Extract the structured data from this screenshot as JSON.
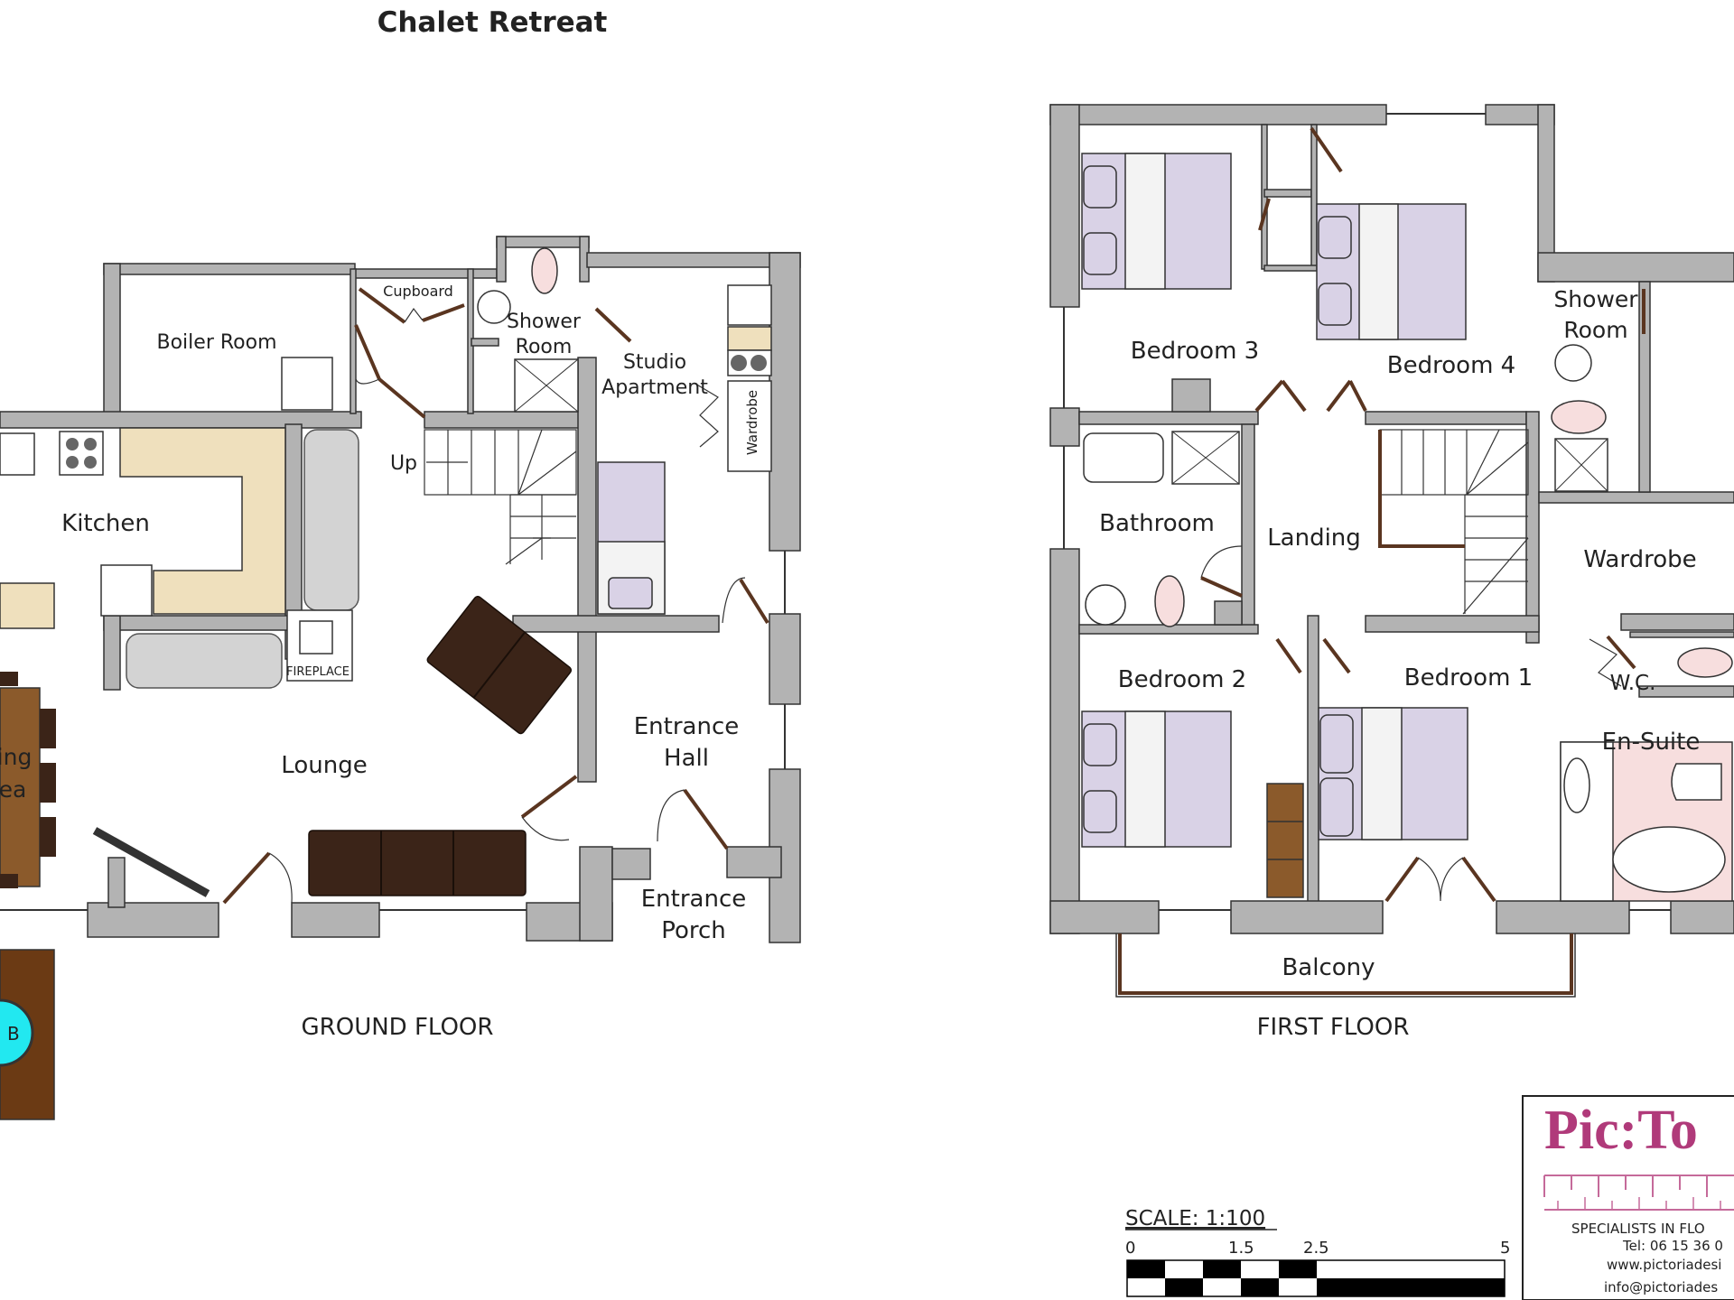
{
  "title": "Chalet Retreat",
  "floors": {
    "ground": "GROUND FLOOR",
    "first": "FIRST FLOOR"
  },
  "rooms": {
    "boiler_room": "Boiler Room",
    "cupboard": "Cupboard",
    "shower_room_line1": "Shower",
    "shower_room_line2": "Room",
    "studio_line1": "Studio",
    "studio_line2": "Apartment",
    "wardrobe_vertical": "Wardrobe",
    "up": "Up",
    "kitchen": "Kitchen",
    "fireplace": "FIREPLACE",
    "dining_line1": "ing",
    "dining_line2": "ea",
    "lounge": "Lounge",
    "entrance_hall_line1": "Entrance",
    "entrance_hall_line2": "Hall",
    "entrance_porch_line1": "Entrance",
    "entrance_porch_line2": "Porch",
    "tub_letter": "B",
    "bedroom3": "Bedroom 3",
    "bedroom4": "Bedroom 4",
    "shower_room_1f_line1": "Shower",
    "shower_room_1f_line2": "Room",
    "bathroom": "Bathroom",
    "landing": "Landing",
    "wardrobe": "Wardrobe",
    "bedroom2": "Bedroom 2",
    "bedroom1": "Bedroom 1",
    "wc": "W.C.",
    "en_suite": "En-Suite",
    "balcony": "Balcony"
  },
  "scale": {
    "label": "SCALE: 1:100",
    "ticks": [
      "0",
      "1.5",
      "2.5",
      "5"
    ]
  },
  "logo": {
    "brand": "Pic:To",
    "tagline": "SPECIALISTS IN FLO",
    "tel": "Tel: 06 15 36 0",
    "web": "www.pictoriadesi",
    "email": "info@pictoriades"
  },
  "colors": {
    "wall": "#b3b3b3",
    "door": "#5a3520",
    "bed": "#d9d2e6",
    "counter": "#efe0bd",
    "sofa": "#3b2418",
    "tub_water": "#22e8f0",
    "logo": "#b03a7a"
  }
}
